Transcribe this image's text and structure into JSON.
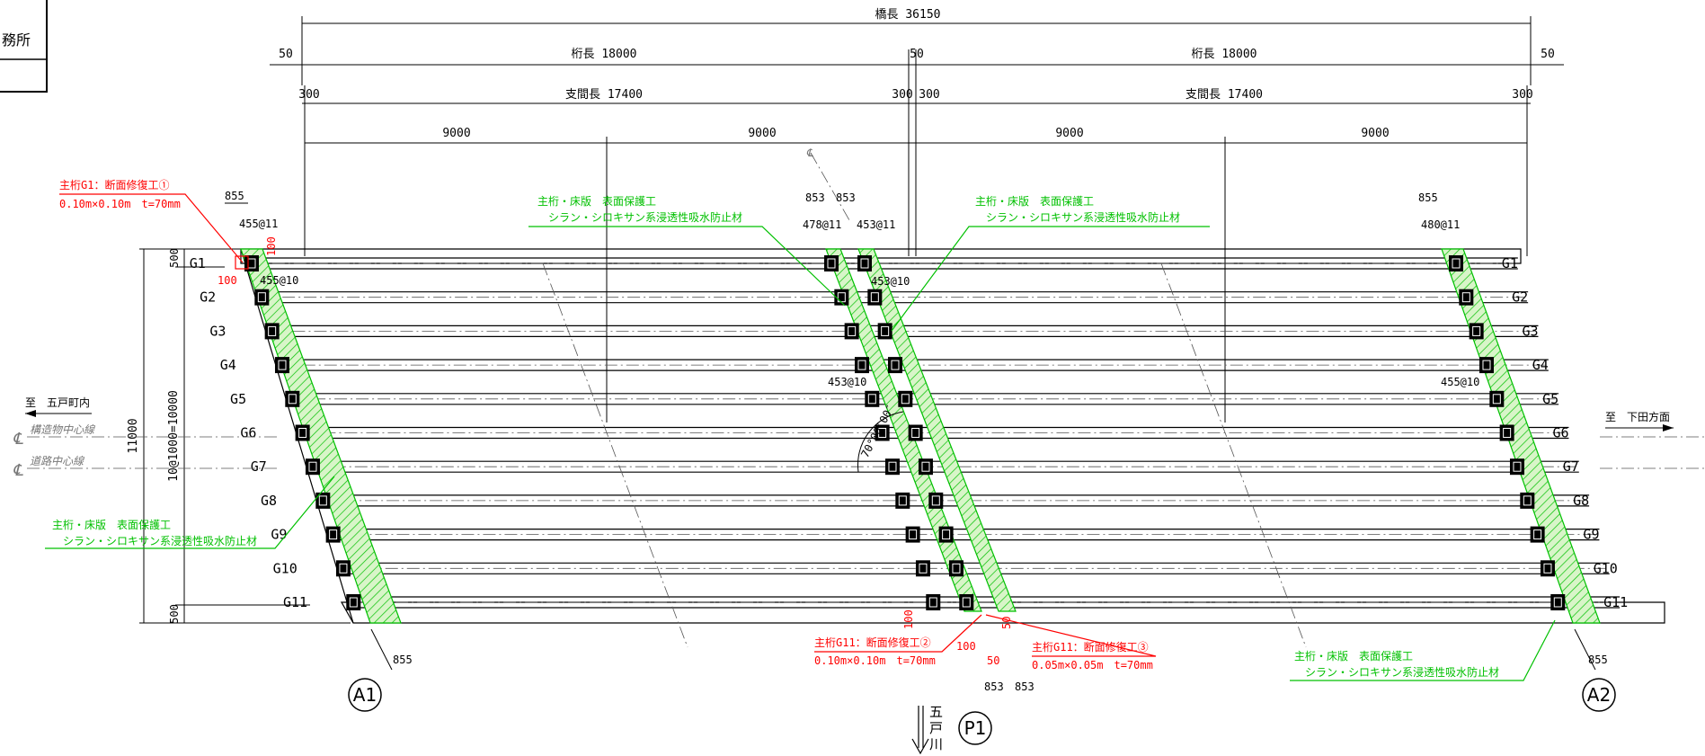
{
  "title_block": {
    "office": "務所"
  },
  "dimensions": {
    "bridge_length": "橋長 36150",
    "girder_length_1": "桁長 18000",
    "girder_length_2": "桁長 18000",
    "span_length_1": "支間長 17400",
    "span_length_2": "支間長 17400",
    "end_gap_left": "50",
    "center_gap": "50",
    "end_gap_right": "50",
    "offset_300": "300",
    "half_span": "9000",
    "width_total": "11000",
    "width_spacing": "10@1000=10000",
    "edge_500": "500",
    "skew_855": "855",
    "skew_853": "853",
    "pitch_a1_top": "455@11",
    "pitch_a1_sub": "455@10",
    "pitch_p1_left": "478@11",
    "pitch_p1_right": "453@11",
    "pitch_p1_sub": "453@10",
    "pitch_a2_top": "480@11",
    "pitch_a2_sub": "455@10",
    "angle": "70°00′00″",
    "d100": "100",
    "d50": "50"
  },
  "girders": [
    "G1",
    "G2",
    "G3",
    "G4",
    "G5",
    "G6",
    "G7",
    "G8",
    "G9",
    "G10",
    "G11"
  ],
  "supports": {
    "a1": "A1",
    "p1": "P1",
    "a2": "A2"
  },
  "centerlines": {
    "structure": "構造物中心線",
    "road": "道路中心線",
    "symbol": "℄"
  },
  "directions": {
    "left": "至　五戸町内",
    "right": "至　下田方面",
    "river": [
      "五",
      "戸",
      "川"
    ]
  },
  "annotations": {
    "repair1_title": "主桁G1：断面修復工①",
    "repair1_spec": "0.10m×0.10m　t=70mm",
    "repair2_title": "主桁G11：断面修復工②",
    "repair2_spec": "0.10m×0.10m　t=70mm",
    "repair3_title": "主桁G11：断面修復工③",
    "repair3_spec": "0.05m×0.05m　t=70mm",
    "protect_title": "主桁・床版　表面保護工",
    "protect_spec": "シラン・シロキサン系浸透性吸水防止材"
  },
  "colors": {
    "repair": "#ff0000",
    "protection": "#00c000",
    "ink": "#000000"
  }
}
